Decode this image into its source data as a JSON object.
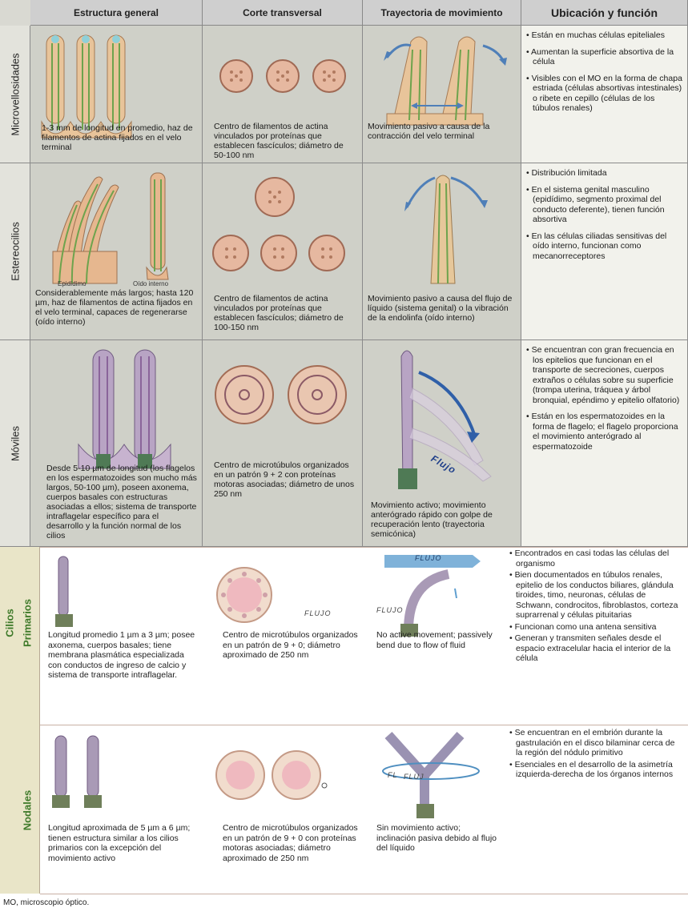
{
  "headers": [
    "Estructura general",
    "Corte transversal",
    "Trayectoria de movimiento",
    "Ubicación y función"
  ],
  "rows": [
    {
      "label": "Microvellosidades",
      "structure": "1-3 mm de longitud en promedio, haz de filamentos de actina fijados en el velo terminal",
      "cross": "Centro de filamentos de actina vinculados por proteínas que establecen fascículos; diámetro de 50-100 nm",
      "movement": "Movimiento pasivo a causa de la contracción del velo terminal",
      "function": [
        "Están en muchas células epiteliales",
        "Aumentan la superficie absortiva de la célula",
        "Visibles con el MO en la forma de chapa estriada (células absortivas intestinales) o ribete en cepillo (células de los túbulos renales)"
      ]
    },
    {
      "label": "Estereocilios",
      "img_labels": [
        "Epidídimo",
        "Oído interno"
      ],
      "structure": "Considerablemente más largos; hasta 120 µm, haz de filamentos de actina fijados en el velo terminal, capaces de regenerarse (oído interno)",
      "cross": "Centro de filamentos de actina vinculados por proteínas que establecen fascículos; diámetro de 100-150 nm",
      "movement": "Movimiento pasivo a causa del flujo de líquido (sistema genital) o la vibración de la endolinfa (oído interno)",
      "function": [
        "Distribución limitada",
        "En el sistema genital masculino (epidídimo, segmento proximal del conducto deferente), tienen función absortiva",
        "En las células ciliadas sensitivas del oído interno, funcionan como mecanorreceptores"
      ]
    },
    {
      "label": "Móviles",
      "flow_label": "Flujo",
      "structure": "Desde 5-10 µm de longitud (los flagelos en los espermatozoides son mucho más largos, 50-100 µm), poseen axonema, cuerpos basales con estructuras asociadas a ellos; sistema de transporte intraflagelar específico para el desarrollo y la función normal de los cilios",
      "cross": "Centro de microtúbulos organizados en un patrón 9 + 2 con proteínas motoras asociadas; diámetro de unos 250 nm",
      "movement": "Movimiento activo; movimiento anterógrado rápido con golpe de recuperación lento (trayectoria semicónica)",
      "function": [
        "Se encuentran con gran frecuencia en los epitelios que funcionan en el transporte de secreciones, cuerpos extraños o células sobre su superficie (trompa uterina, tráquea y árbol bronquial, epéndimo y epitelio olfatorio)",
        "Están en los espermatozoides en la forma de flagelo; el flagelo proporciona el movimiento anterógrado al espermatozoide"
      ]
    }
  ],
  "lower": {
    "group_label": "Cilios",
    "rows": [
      {
        "label": "Primarios",
        "flow_labels": [
          "FLUJO",
          "FLUJO",
          "FLUJO"
        ],
        "structure": "Longitud promedio 1 µm a 3 µm; posee axonema, cuerpos basales; tiene membrana plasmática especializada con conductos de ingreso de calcio y sistema de transporte intraflagelar.",
        "cross": "Centro de microtúbulos organizados en un patrón de 9 + 0; diámetro aproximado de 250 nm",
        "movement": "No active movement; passively bend due to flow of fluid",
        "function": [
          "Encontrados en casi todas las células del organismo",
          "Bien documentados en túbulos renales, epitelio de los conductos biliares, glándula tiroides, timo, neuronas, células de Schwann, condrocitos, fibroblastos, corteza suprarrenal y células pituitarias",
          "Funcionan como una antena sensitiva",
          "Generan y transmiten señales desde el espacio extracelular hacia el interior de la célula"
        ]
      },
      {
        "label": "Nodales",
        "flow_labels": [
          "FL",
          "FLUJ"
        ],
        "structure": "Longitud aproximada de 5 µm a 6 µm; tienen estructura similar a los cilios primarios con la excepción del movimiento activo",
        "cross": "Centro de microtúbulos organizados en un patrón de 9 + 0 con proteínas motoras asociadas; diámetro aproximado de 250 nm",
        "movement": "Sin movimiento activo; inclinación pasiva debido al flujo del líquido",
        "function": [
          "Se encuentran en el embrión durante la gastrulación en el disco bilaminar cerca de la región del nódulo primitivo",
          "Esenciales en el desarrollo de la asimetría izquierda-derecha de los órganos internos"
        ]
      }
    ]
  },
  "footer": "MO, microscopio óptico."
}
